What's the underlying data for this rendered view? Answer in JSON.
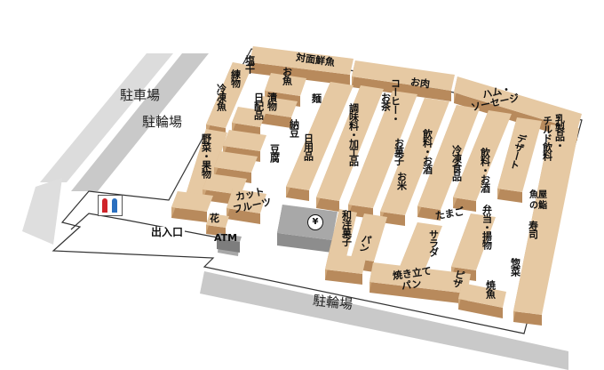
{
  "colors": {
    "shelf_top": "#e6c9a3",
    "shelf_front": "#b88a5c",
    "shelf_side": "#cfa77a",
    "parking": "#c9c9c9",
    "bank": "#a8a8a8",
    "toilet_male": "#2a6fbf",
    "toilet_female": "#d0242a"
  },
  "parking": {
    "car": "駐車場",
    "bike_left": "駐輪場",
    "bike_bottom": "駐輪場"
  },
  "entrance": "出入口",
  "atm": "ATM",
  "bank_icon": "yen-icon",
  "bank_symbol": "¥",
  "toilet_icon": "restroom-icon",
  "sections": {
    "shiohoshi": "塩干",
    "neri": "練物",
    "reitou_sakana": "冷凍魚",
    "osakana": "お魚",
    "taimen": "対面鮮魚",
    "tsukemono": "漬物",
    "nippai": "日配品",
    "men": "麺",
    "natto": "納豆",
    "nichiyo": "日用品",
    "tofu": "豆腐",
    "chomi": "調味料・加工品",
    "coffee": "コーヒー・",
    "ocha": "お茶",
    "oniku": "お肉",
    "okashi": "お菓子",
    "okome": "お米",
    "inryo1": "飲料・お酒",
    "reitou": "冷凍食品",
    "inryo2": "飲料・お酒",
    "tamago": "たまご",
    "ham1": "ハム・",
    "ham2": "ソーセージ",
    "nyu1": "乳製品・",
    "nyu2": "チルド飲料",
    "dessert": "デザート",
    "sushiya1": "魚屋",
    "sushiya2": "の鮨",
    "sushi": "寿司",
    "bento": "弁当・揚物",
    "salad": "サラダ",
    "sozai": "惣菜",
    "yakizakana": "焼魚",
    "pizza": "ピザ",
    "yakitate1": "焼き立て",
    "yakitate2": "パン",
    "pan": "パン",
    "wayo": "和洋菓子",
    "yasai": "野菜・果物",
    "cut1": "カット",
    "cut2": "フルーツ",
    "hana": "花"
  }
}
